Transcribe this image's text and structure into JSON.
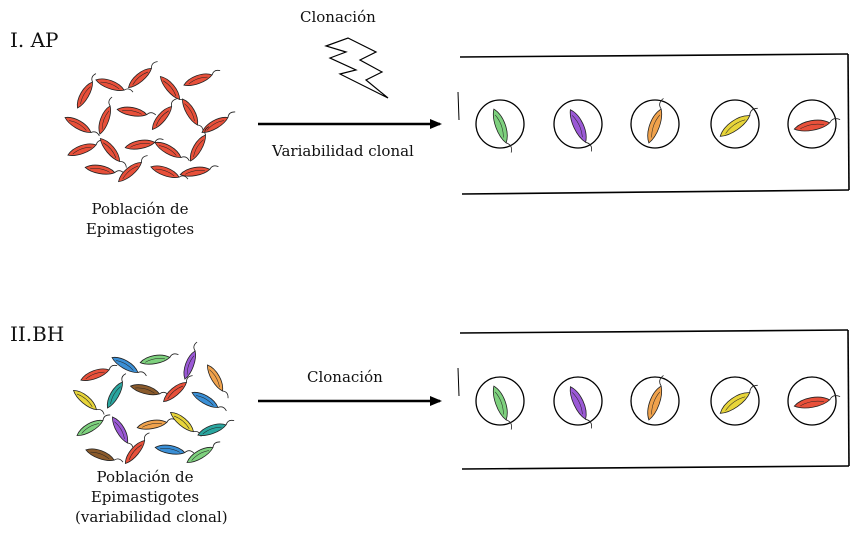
{
  "section_ap": {
    "title": "I. AP",
    "process_label": "Clonación",
    "arrow_label": "Variabilidad clonal",
    "caption_line1": "Población de",
    "caption_line2": "Epimastigotes",
    "clone_colors": [
      "#7ed17e",
      "#9b59d6",
      "#f0a24c",
      "#e8d53a",
      "#e8503a"
    ]
  },
  "section_bh": {
    "title": "II.BH",
    "arrow_label": "Clonación",
    "caption_line1": "Población de",
    "caption_line2": "Epimastigotes",
    "caption_line3": "(variabilidad clonal)",
    "clone_colors": [
      "#7ed17e",
      "#9b59d6",
      "#f0a24c",
      "#e8d53a",
      "#e8503a"
    ]
  },
  "colors": {
    "parasite_red": "#e8503a",
    "mixed_palette": [
      "#e8503a",
      "#3a8fd6",
      "#7ed17e",
      "#9b59d6",
      "#f0a24c",
      "#e8d53a",
      "#2aa6a0",
      "#8a5a2b"
    ]
  }
}
